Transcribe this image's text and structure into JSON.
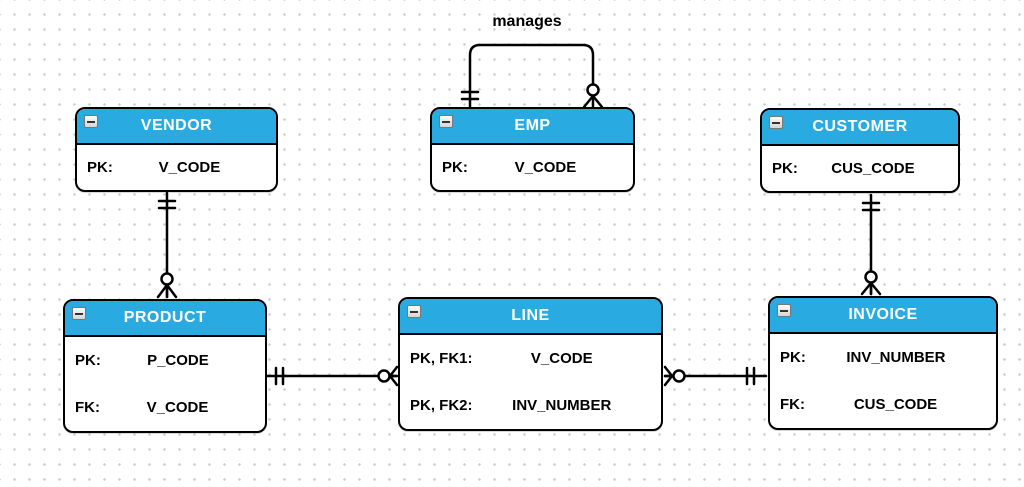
{
  "diagram": {
    "type": "entity-relationship diagram",
    "notation": "crow's foot"
  },
  "colors": {
    "header_blue": "#29ABE2",
    "line_color": "#000000",
    "canvas_bg": "#FFFFFF",
    "grid_dot": "#C9CED3"
  },
  "entities": [
    {
      "name": "VENDOR",
      "rows": [
        {
          "key": "PK:",
          "value": "V_CODE"
        }
      ]
    },
    {
      "name": "EMP",
      "rows": [
        {
          "key": "PK:",
          "value": "V_CODE"
        }
      ]
    },
    {
      "name": "CUSTOMER",
      "rows": [
        {
          "key": "PK:",
          "value": "CUS_CODE"
        }
      ]
    },
    {
      "name": "PRODUCT",
      "rows": [
        {
          "key": "PK:",
          "value": "P_CODE"
        },
        {
          "key": "FK:",
          "value": "V_CODE"
        }
      ]
    },
    {
      "name": "LINE",
      "rows": [
        {
          "key": "PK, FK1:",
          "value": "V_CODE"
        },
        {
          "key": "PK, FK2:",
          "value": "INV_NUMBER"
        }
      ]
    },
    {
      "name": "INVOICE",
      "rows": [
        {
          "key": "PK:",
          "value": "INV_NUMBER"
        },
        {
          "key": "FK:",
          "value": "CUS_CODE"
        }
      ]
    }
  ],
  "relationships": [
    {
      "from": "VENDOR",
      "to": "PRODUCT",
      "from_cardinality": "one and only one",
      "to_cardinality": "zero or many",
      "label": ""
    },
    {
      "from": "PRODUCT",
      "to": "LINE",
      "from_cardinality": "one and only one",
      "to_cardinality": "zero or many",
      "label": ""
    },
    {
      "from": "INVOICE",
      "to": "LINE",
      "from_cardinality": "one and only one",
      "to_cardinality": "zero or many",
      "label": ""
    },
    {
      "from": "CUSTOMER",
      "to": "INVOICE",
      "from_cardinality": "one and only one",
      "to_cardinality": "zero or many",
      "label": ""
    },
    {
      "from": "EMP",
      "to": "EMP",
      "from_cardinality": "one and only one",
      "to_cardinality": "zero or many",
      "label": "manages"
    }
  ]
}
